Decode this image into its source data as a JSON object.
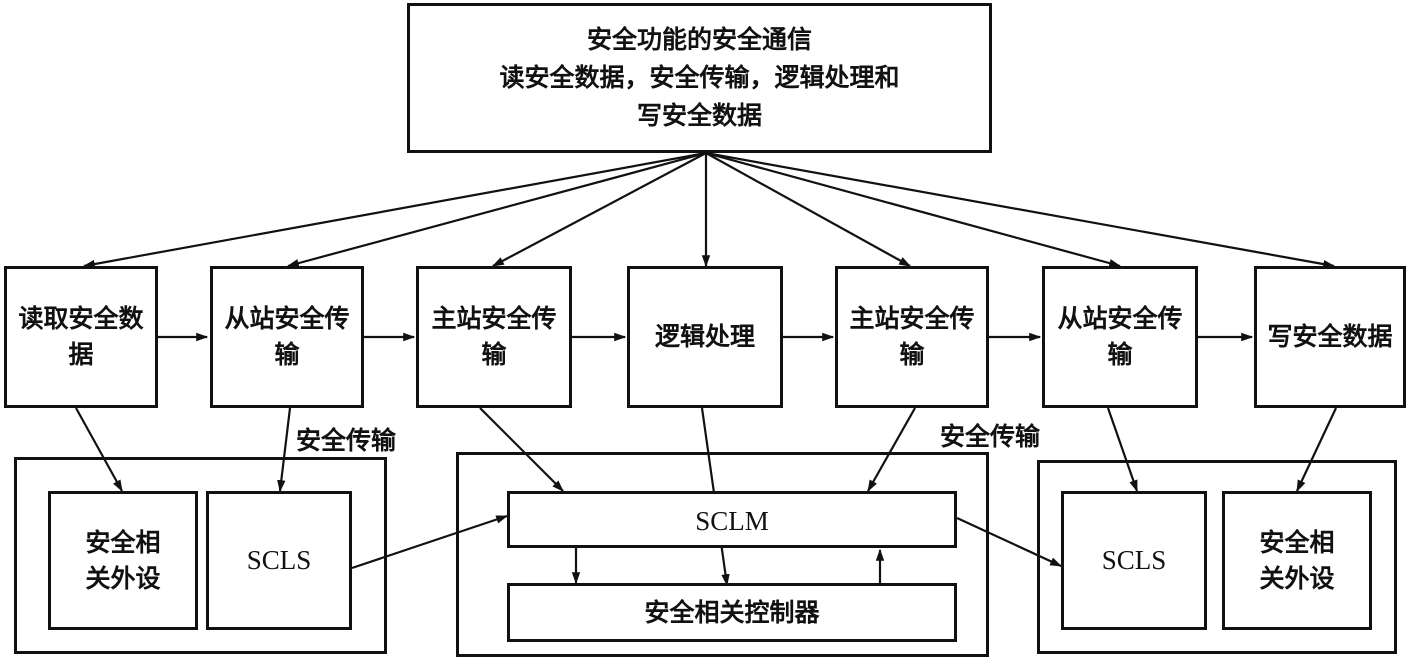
{
  "top": {
    "line1": "安全功能的安全通信",
    "line2": "读安全数据，安全传输，逻辑处理和",
    "line3": "写安全数据"
  },
  "row": [
    "读取安全数据",
    "从站安全传输",
    "主站安全传输",
    "逻辑处理",
    "主站安全传输",
    "从站安全传输",
    "写安全数据"
  ],
  "group_labels": {
    "left": "安全传输",
    "middle": "安全传输"
  },
  "bottom": {
    "left_device": "安全相关外设",
    "left_scls": "SCLS",
    "sclm": "SCLM",
    "controller": "安全相关控制器",
    "right_scls": "SCLS",
    "right_device": "安全相关外设"
  }
}
